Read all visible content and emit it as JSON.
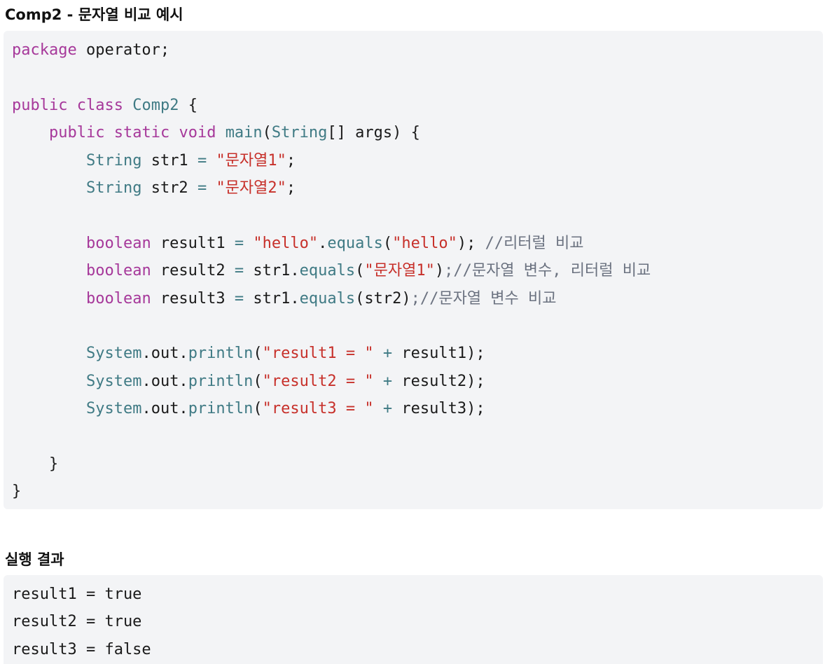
{
  "headings": {
    "code_title": "Comp2 - 문자열 비교 예시",
    "result_title": "실행 결과"
  },
  "code": {
    "package_kw": "package",
    "package_name": " operator;",
    "public_kw": "public",
    "class_kw": "class",
    "class_name": "Comp2",
    "static_kw": "static",
    "void_kw": "void",
    "main_fn": "main",
    "string_type": "String",
    "args": "[] args) {",
    "str1_var": " str1 ",
    "str2_var": " str2 ",
    "str1_literal": "\"문자열1\"",
    "str2_literal": "\"문자열2\"",
    "boolean_kw": "boolean",
    "result1_var": " result1 ",
    "result2_var": " result2 ",
    "result3_var": " result3 ",
    "hello_literal": "\"hello\"",
    "equals_fn": "equals",
    "comment1": " //리터럴 비교",
    "str1_ref": " str1.",
    "comment2": ";//문자열 변수, 리터럴 비교",
    "str2_arg": "(str2)",
    "comment3": ";//문자열 변수 비교",
    "system": "System",
    "out": ".out.",
    "println_fn": "println",
    "print1_literal": "\"result1 = \"",
    "print2_literal": "\"result2 = \"",
    "print3_literal": "\"result3 = \"",
    "print1_tail": " result1);",
    "print2_tail": " result2);",
    "print3_tail": " result3);"
  },
  "output": {
    "lines": [
      "result1 = true",
      "result2 = true",
      "result3 = false"
    ]
  }
}
